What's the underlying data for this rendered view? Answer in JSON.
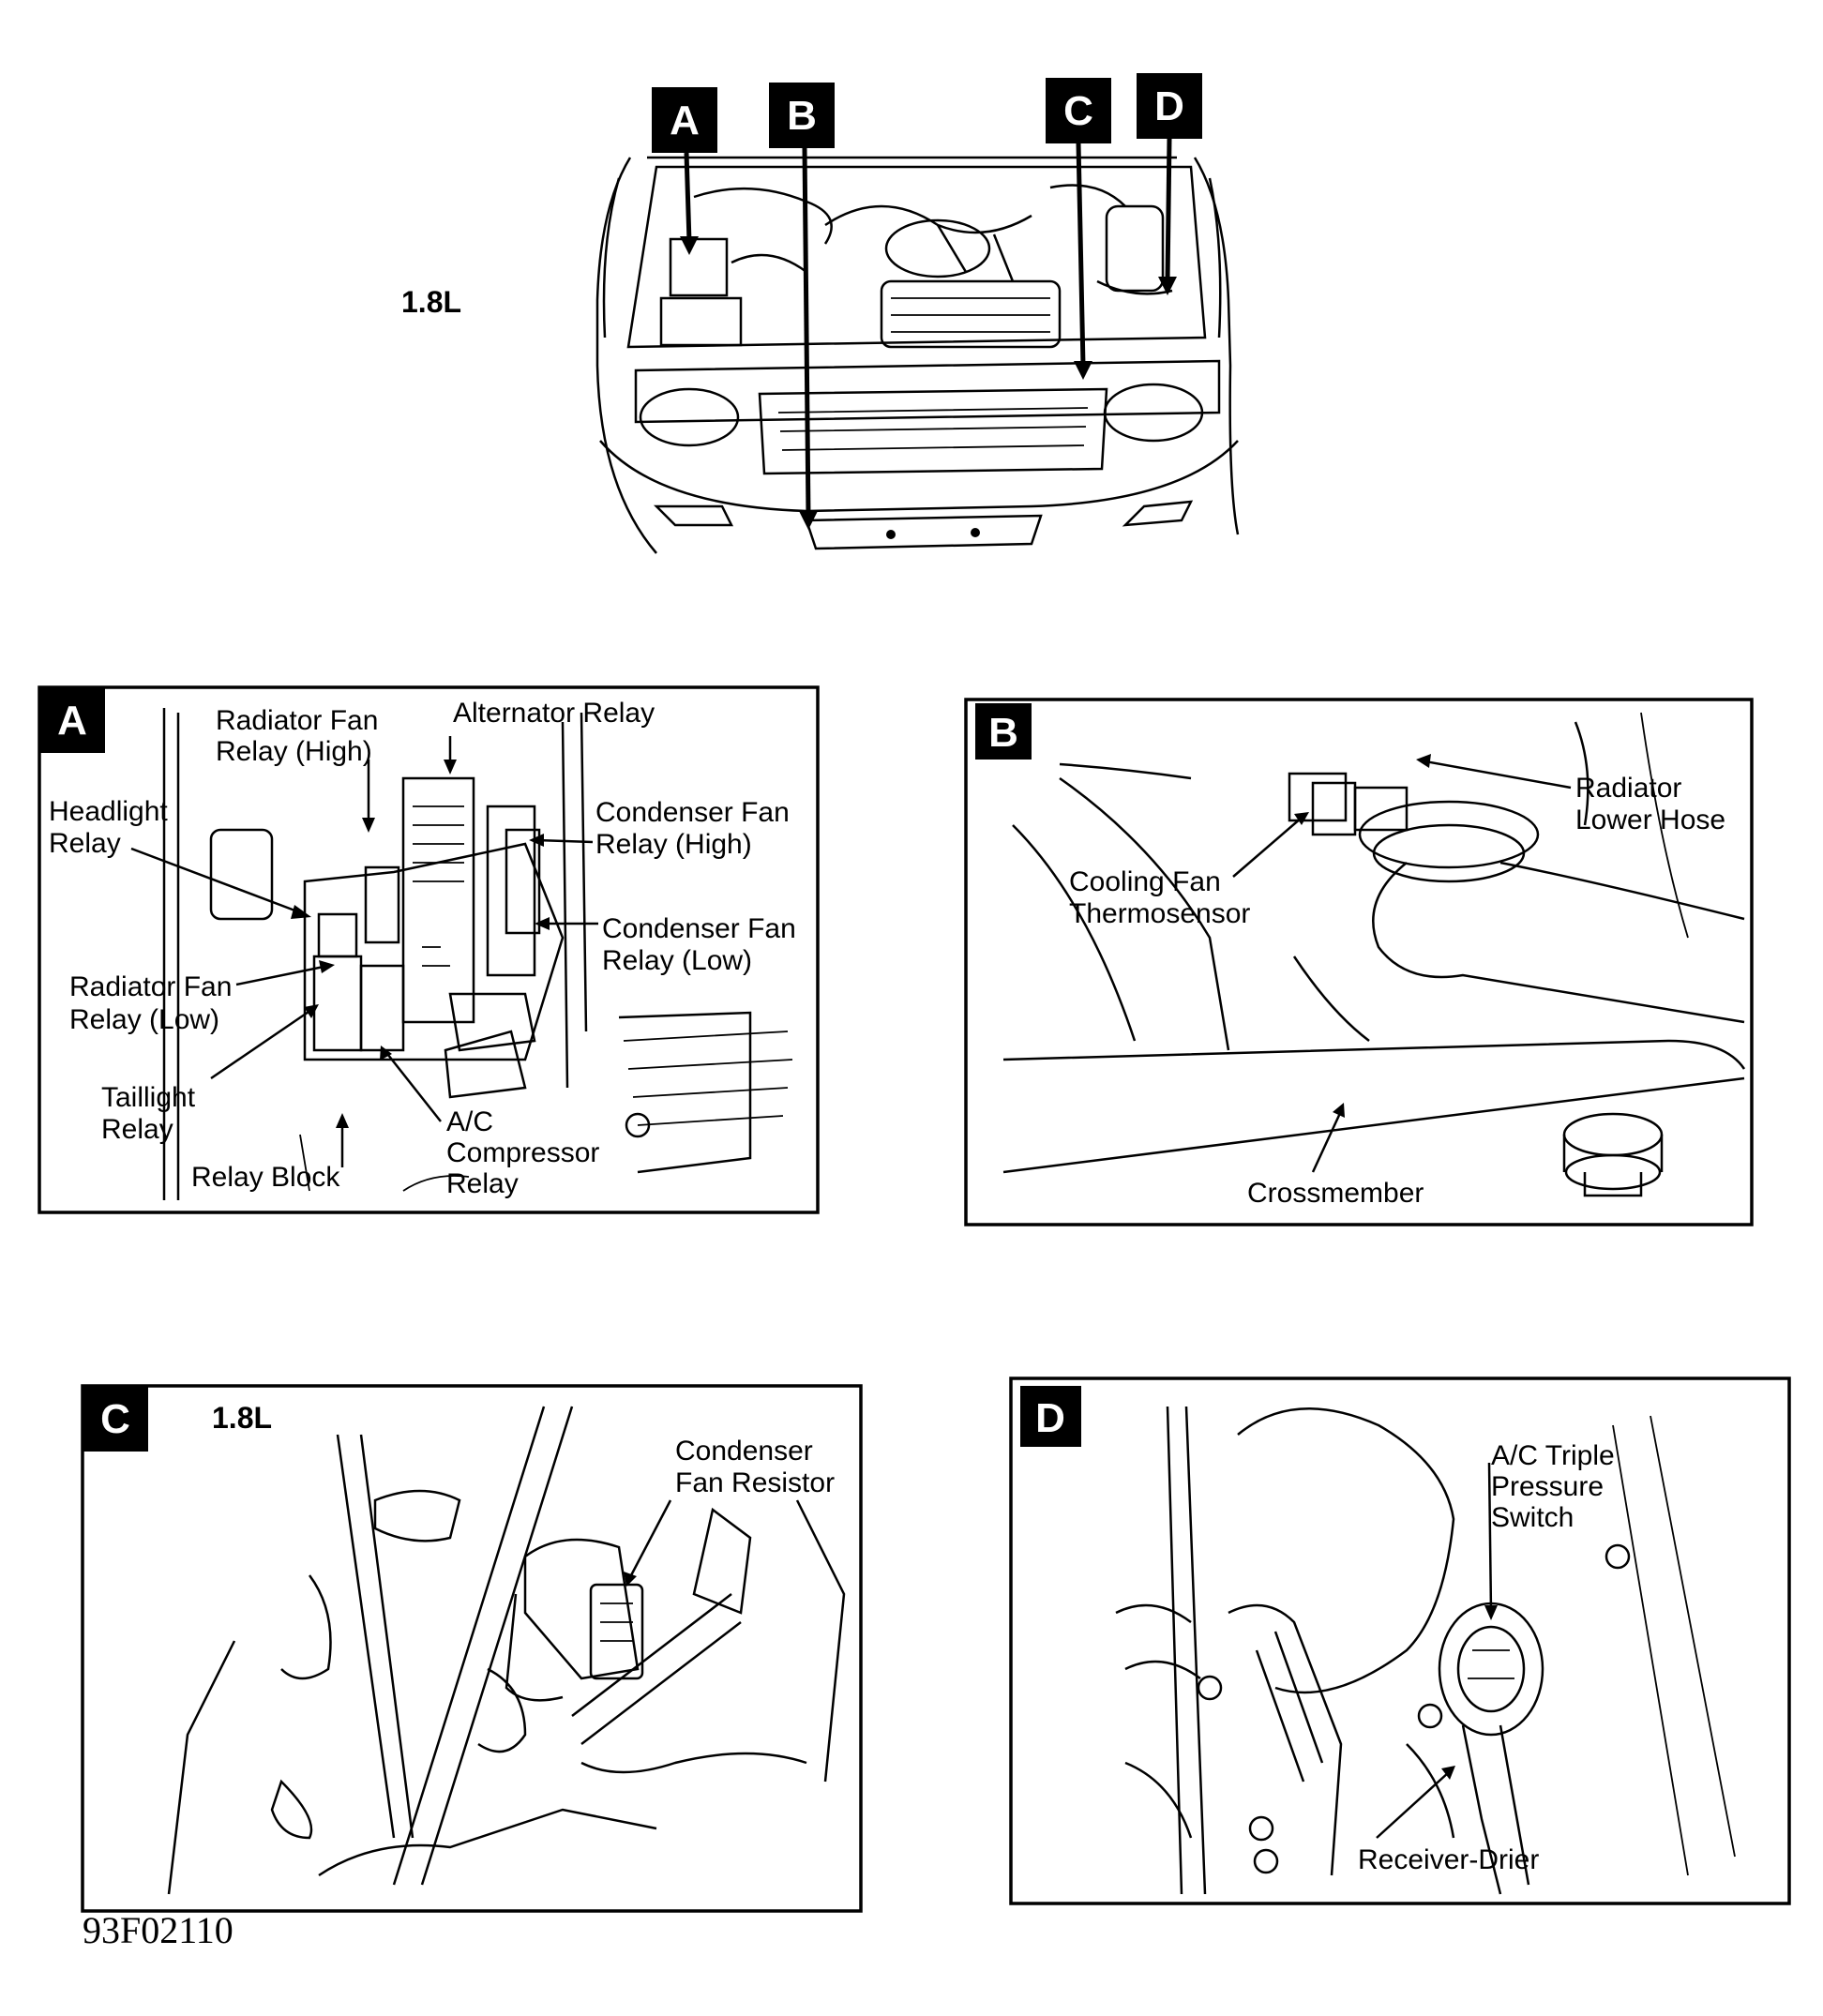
{
  "overview": {
    "engine_label": "1.8L",
    "callouts": [
      "A",
      "B",
      "C",
      "D"
    ]
  },
  "panel_a": {
    "tag": "A",
    "labels": {
      "radiator_fan_relay_high": [
        "Radiator Fan",
        "Relay (High)"
      ],
      "alternator_relay": [
        "Alternator Relay"
      ],
      "headlight_relay": [
        "Headlight",
        "Relay"
      ],
      "condenser_fan_relay_high": [
        "Condenser Fan",
        "Relay (High)"
      ],
      "condenser_fan_relay_low": [
        "Condenser Fan",
        "Relay (Low)"
      ],
      "radiator_fan_relay_low": [
        "Radiator Fan",
        "Relay (Low)"
      ],
      "taillight_relay": [
        "Taillight",
        "Relay"
      ],
      "ac_compressor_relay": [
        "A/C",
        "Compressor",
        "Relay"
      ],
      "relay_block": [
        "Relay Block"
      ]
    }
  },
  "panel_b": {
    "tag": "B",
    "labels": {
      "radiator_lower_hose": [
        "Radiator",
        "Lower Hose"
      ],
      "cooling_fan_thermosensor": [
        "Cooling Fan",
        "Thermosensor"
      ],
      "crossmember": [
        "Crossmember"
      ]
    }
  },
  "panel_c": {
    "tag": "C",
    "engine_label": "1.8L",
    "labels": {
      "condenser_fan_resistor": [
        "Condenser",
        "Fan Resistor"
      ]
    }
  },
  "panel_d": {
    "tag": "D",
    "labels": {
      "ac_triple_pressure_switch": [
        "A/C Triple",
        "Pressure",
        "Switch"
      ],
      "receiver_drier": [
        "Receiver-Drier"
      ]
    }
  },
  "figure_id": "93F02110"
}
